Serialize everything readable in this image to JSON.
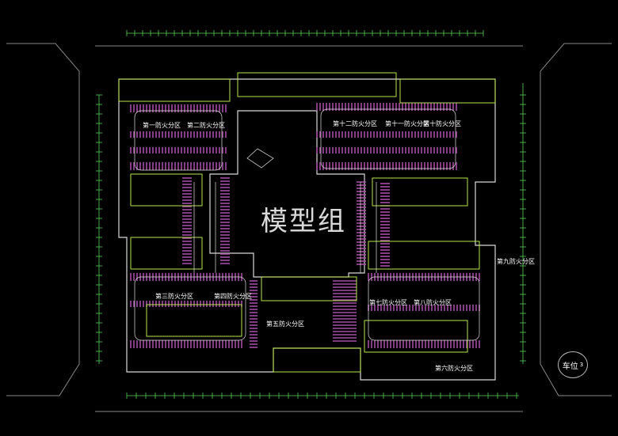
{
  "watermark": "模型组",
  "legend_badge": {
    "label": "车位",
    "num": "3"
  },
  "zones": [
    "第一防火分区",
    "第二防火分区",
    "第十二防火分区",
    "第十一防火分区",
    "第十防火分区",
    "第三防火分区",
    "第四防火分区",
    "第五防火分区",
    "第七防火分区",
    "第八防火分区",
    "第九防火分区",
    "第六防火分区"
  ],
  "colors": {
    "background": "#000000",
    "parking_stalls": "#a64ca6",
    "walls": "#e0e0e0",
    "core": "#b8e34a",
    "grid": "#57d157",
    "text": "#ffffff"
  }
}
